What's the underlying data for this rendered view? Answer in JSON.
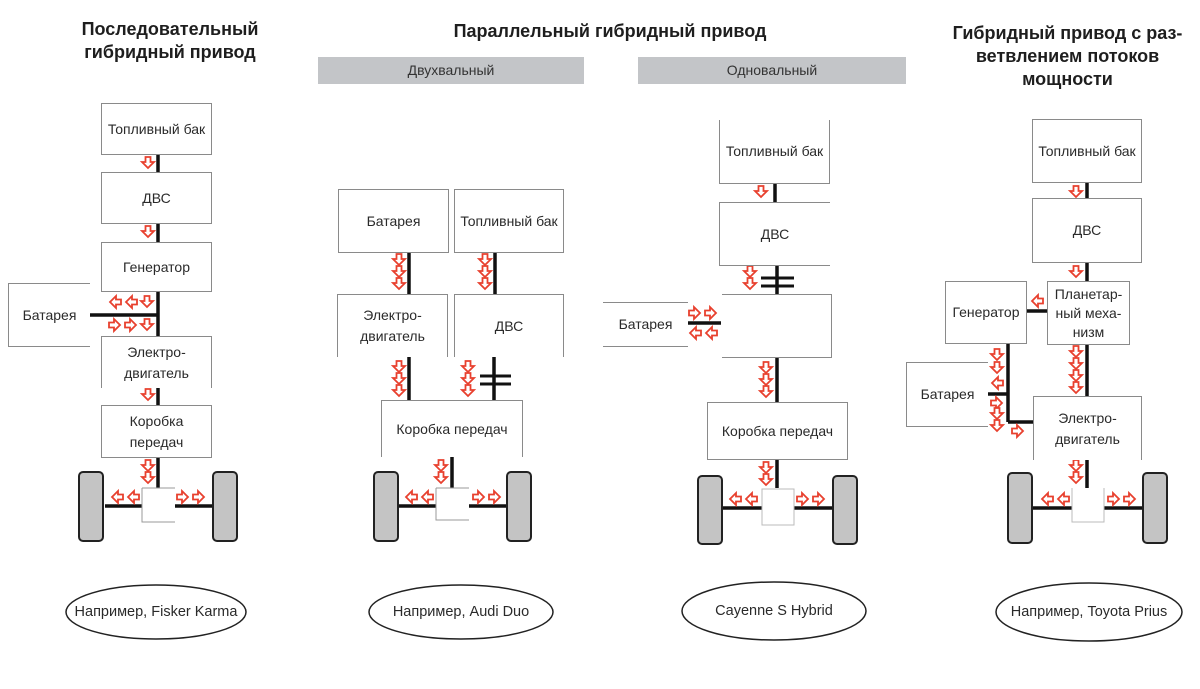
{
  "colors": {
    "arrow": "#e8402e",
    "line": "#111111",
    "band": "#c3c5c8",
    "wheel": "#c4c4c4",
    "box_border": "#8a8a8a"
  },
  "columns": {
    "series": {
      "title_lines": [
        "Последовательный",
        "гибридный привод"
      ],
      "boxes": {
        "fuel_tank": "Топливный бак",
        "ice": "ДВС",
        "generator": "Генератор",
        "battery": "Батарея",
        "motor_l1": "Электро-",
        "motor_l2": "двигатель",
        "gearbox_l1": "Коробка",
        "gearbox_l2": "передач"
      },
      "example": "Например, Fisker Karma"
    },
    "parallel": {
      "title": "Параллельный гибридный привод",
      "two_shaft": {
        "band": "Двухвальный",
        "boxes": {
          "battery": "Батарея",
          "fuel_tank": "Топливный бак",
          "motor_l1": "Электро-",
          "motor_l2": "двигатель",
          "ice": "ДВС",
          "gearbox": "Коробка передач"
        },
        "example": "Например, Audi Duo"
      },
      "one_shaft": {
        "band": "Одновальный",
        "boxes": {
          "fuel_tank": "Топливный бак",
          "ice": "ДВС",
          "battery": "Батарея",
          "gearbox": "Коробка передач"
        },
        "example": "Cayenne S Hybrid"
      }
    },
    "power_split": {
      "title_lines": [
        "Гибридный привод с раз-",
        "ветвлением потоков",
        "мощности"
      ],
      "boxes": {
        "fuel_tank": "Топливный бак",
        "ice": "ДВС",
        "generator": "Генератор",
        "planetary_l1": "Планетар-",
        "planetary_l2": "ный меха-",
        "planetary_l3": "низм",
        "battery": "Батарея",
        "motor_l1": "Электро-",
        "motor_l2": "двигатель"
      },
      "example": "Например, Toyota Prius"
    }
  }
}
